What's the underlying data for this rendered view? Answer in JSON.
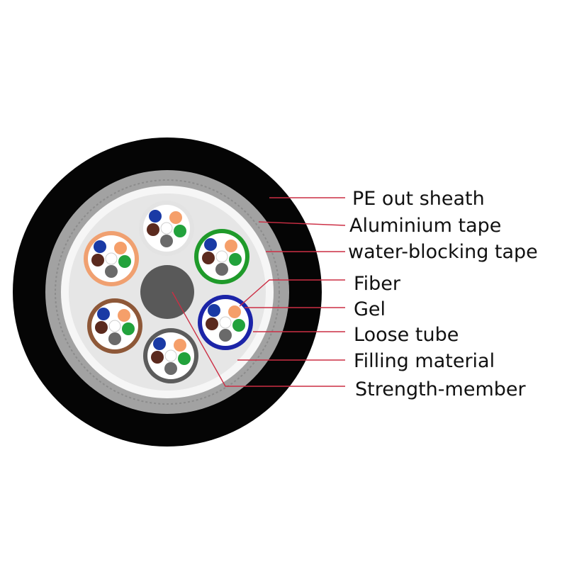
{
  "diagram": {
    "colors": {
      "sheath": "#050505",
      "aluminium_tape": "#a2a2a2",
      "water_blocking_tape": "#f6f6f6",
      "filling_material": "#e6e6e6",
      "strength_member": "#595959",
      "leader_line": "#cc2e44"
    },
    "fiber_colors": [
      "blue",
      "orange",
      "brown",
      "white",
      "green",
      "slate"
    ],
    "loose_tube_colors": [
      "white",
      "orange",
      "green",
      "blue",
      "brown",
      "slate"
    ],
    "labels": [
      {
        "id": "pe-out-sheath",
        "text": "PE out sheath"
      },
      {
        "id": "aluminium-tape",
        "text": "Aluminium tape"
      },
      {
        "id": "water-blocking-tape",
        "text": "water-blocking tape"
      },
      {
        "id": "fiber",
        "text": "Fiber"
      },
      {
        "id": "gel",
        "text": "Gel"
      },
      {
        "id": "loose-tube",
        "text": "Loose tube"
      },
      {
        "id": "filling-material",
        "text": "Filling material"
      },
      {
        "id": "strength-member",
        "text": "Strength-member"
      }
    ]
  }
}
